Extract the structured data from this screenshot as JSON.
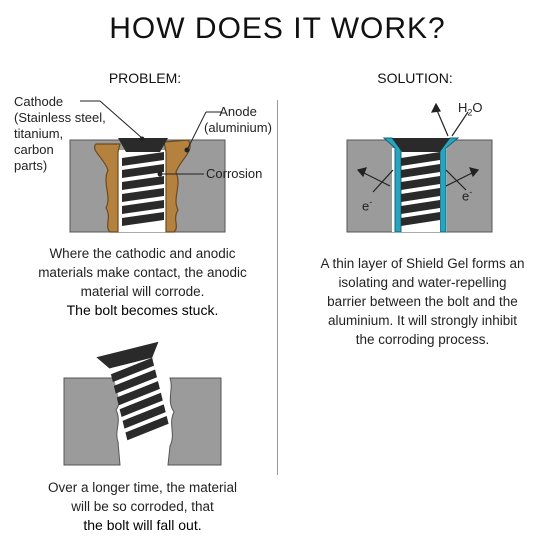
{
  "title": "HOW DOES IT WORK?",
  "problem": {
    "heading": "PROBLEM:",
    "labels": {
      "cathode": [
        "Cathode",
        "(Stainless steel,",
        "titanium,",
        "carbon",
        "parts)"
      ],
      "anode": [
        "Anode",
        "(aluminium)"
      ],
      "corrosion": "Corrosion"
    },
    "text1": [
      "Where the cathodic and anodic",
      "materials make contact, the anodic",
      "material will corrode."
    ],
    "text1_bold": "The bolt becomes stuck.",
    "text2": [
      "Over a longer time, the material",
      "will be so corroded, that"
    ],
    "text2_bold": "the bolt will fall out."
  },
  "solution": {
    "heading": "SOLUTION:",
    "labels": {
      "water_main": "H",
      "water_sub": "2",
      "water_tail": "O",
      "electron_left": "e",
      "electron_right": "e",
      "electron_sup": "-"
    },
    "text": [
      "A thin layer of Shield Gel forms an",
      "isolating and water-repelling",
      "barrier between the bolt and the",
      "aluminium. It will strongly inhibit",
      "the corroding process."
    ]
  },
  "colors": {
    "plate": "#9b9b9b",
    "bolt": "#2a2a2a",
    "corrosion": "#b5813f",
    "gel": "#2aa3bf",
    "divider": "#9a9a9a"
  }
}
